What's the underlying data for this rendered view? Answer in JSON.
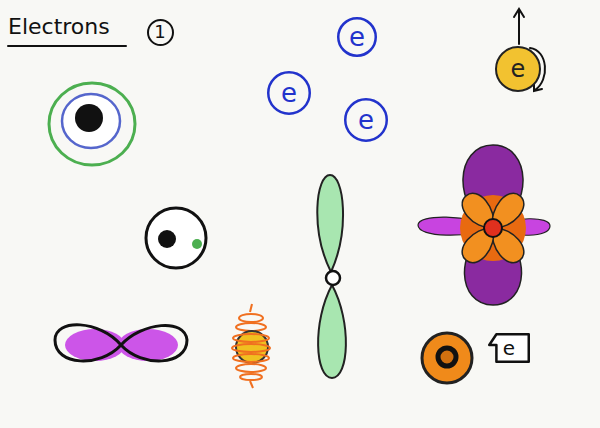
{
  "diagram": {
    "title": "Electrons",
    "nodes": [
      {
        "text": [
          "1"
        ]
      },
      {
        "text": [
          "e"
        ]
      },
      {
        "text": [
          "e"
        ]
      },
      {
        "text": [
          "e"
        ]
      },
      {
        "text": [
          "e"
        ]
      },
      {
        "text": [
          "e"
        ]
      }
    ]
  }
}
